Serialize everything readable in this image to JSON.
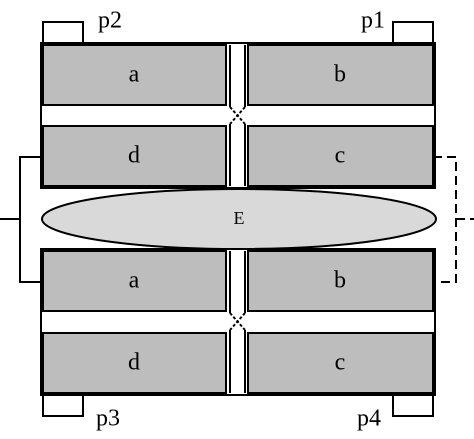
{
  "ports": {
    "p1": "p1",
    "p2": "p2",
    "p3": "p3",
    "p4": "p4"
  },
  "top_quad": {
    "a": "a",
    "b": "b",
    "c": "c",
    "d": "d"
  },
  "bottom_quad": {
    "a": "a",
    "b": "b",
    "c": "c",
    "d": "d"
  },
  "center_element": "E"
}
